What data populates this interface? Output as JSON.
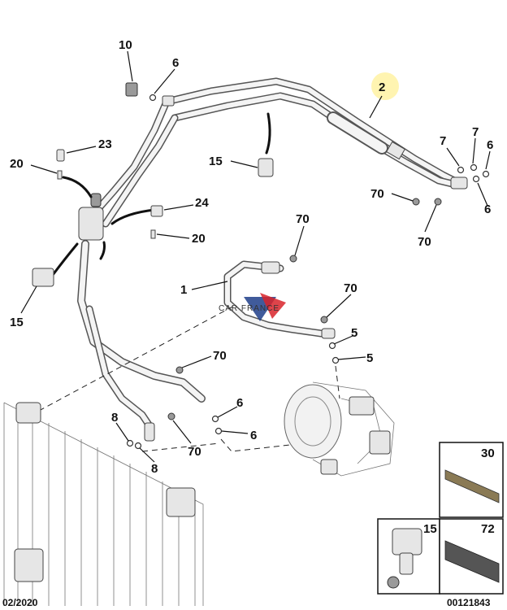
{
  "callouts": [
    {
      "id": "c10",
      "label": "10"
    },
    {
      "id": "c6a",
      "label": "6"
    },
    {
      "id": "c2",
      "label": "2"
    },
    {
      "id": "c7a",
      "label": "7"
    },
    {
      "id": "c7b",
      "label": "7"
    },
    {
      "id": "c6b",
      "label": "6"
    },
    {
      "id": "c23",
      "label": "23"
    },
    {
      "id": "c20a",
      "label": "20"
    },
    {
      "id": "c15a",
      "label": "15"
    },
    {
      "id": "c70a",
      "label": "70"
    },
    {
      "id": "c6c",
      "label": "6"
    },
    {
      "id": "c70b",
      "label": "70"
    },
    {
      "id": "c24",
      "label": "24"
    },
    {
      "id": "c20b",
      "label": "20"
    },
    {
      "id": "c70c",
      "label": "70"
    },
    {
      "id": "c1",
      "label": "1"
    },
    {
      "id": "c70d",
      "label": "70"
    },
    {
      "id": "c15b",
      "label": "15"
    },
    {
      "id": "c5a",
      "label": "5"
    },
    {
      "id": "c5b",
      "label": "5"
    },
    {
      "id": "c70e",
      "label": "70"
    },
    {
      "id": "c6d",
      "label": "6"
    },
    {
      "id": "c6e",
      "label": "6"
    },
    {
      "id": "c8a",
      "label": "8"
    },
    {
      "id": "c70f",
      "label": "70"
    },
    {
      "id": "c8b",
      "label": "8"
    }
  ],
  "inset_parts": {
    "p30": "30",
    "p15": "15",
    "p72": "72"
  },
  "watermark": "CAR FRANCE",
  "footer": {
    "date": "02/2020",
    "ref": "00121843"
  }
}
